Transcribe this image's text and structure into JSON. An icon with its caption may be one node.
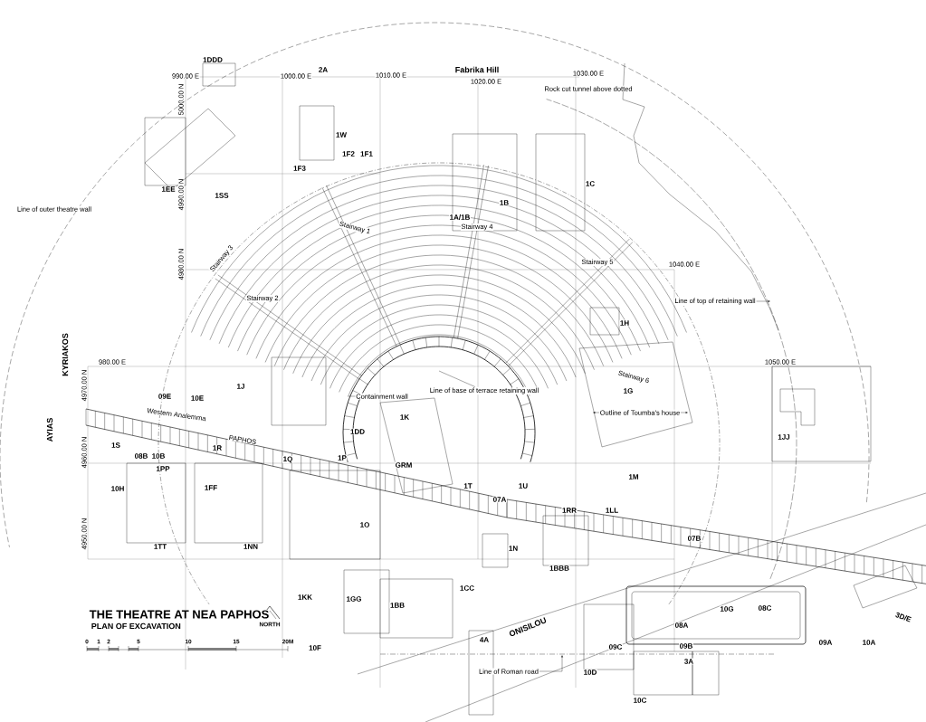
{
  "diagram": {
    "title": "THE THEATRE AT NEA PAPHOS",
    "nodes": [
      {
        "text": [
          "Line of top of retaining wall"
        ]
      },
      {
        "text": [
          "Line of base of terrace retaining wall"
        ]
      },
      {
        "text": [
          "Containment wall"
        ]
      },
      {
        "text": [
          "Line of Roman road"
        ]
      }
    ],
    "edges": [
      {
        "from": 0,
        "to": null,
        "arrow": "to"
      },
      {
        "from": 1,
        "to": null,
        "arrow": "none"
      },
      {
        "from": 2,
        "to": null,
        "arrow": "none"
      },
      {
        "from": 3,
        "to": null,
        "arrow": "to"
      }
    ],
    "labels": [
      "1DDD",
      "2A",
      "Fabrika Hill",
      "990.00 E",
      "1000.00 E",
      "1010.00 E",
      "1030.00 E",
      "1020.00 E",
      "Rock cut tunnel above dotted",
      "5000.00 N",
      "1W",
      "1F2",
      "1F1",
      "1F3",
      "1C",
      "1EE",
      "4990.00 N",
      "1SS",
      "1B",
      "Line of outer theatre wall",
      "1A/1B",
      "Stairway 4",
      "Stairway 1",
      "4980.00 N",
      "Stairway 3",
      "1040.00 E",
      "Stairway 5",
      "Stairway 2",
      "1H",
      "KYRIAKOS",
      "980.00 E",
      "1050.00 E",
      "4970.00 N",
      "1J",
      "Stairway 6",
      "1G",
      "09E",
      "10E",
      "Western Analemma",
      "Outline of Toumba's house",
      "1K",
      "1DD",
      "PAPHOS",
      "1JJ",
      "1S",
      "AYIAS",
      "4960.00 N",
      "1R",
      "08B",
      "10B",
      "1P",
      "1Q",
      "GRM",
      "1PP",
      "1M",
      "1T",
      "1U",
      "10H",
      "1FF",
      "07A",
      "1RR",
      "1LL",
      "1O",
      "4950.00 N",
      "07B",
      "1TT",
      "1NN",
      "1N",
      "1BBB",
      "1CC",
      "1KK",
      "1GG",
      "1BB",
      "PLAN OF EXCAVATION",
      "NORTH",
      "10G",
      "08C",
      "3D/E",
      "08A",
      "ONISILOU",
      "0",
      "1",
      "2",
      "5",
      "10",
      "15",
      "20M",
      "10F",
      "4A",
      "09C",
      "09B",
      "09A",
      "10A",
      "3A",
      "10D",
      "10C"
    ]
  }
}
